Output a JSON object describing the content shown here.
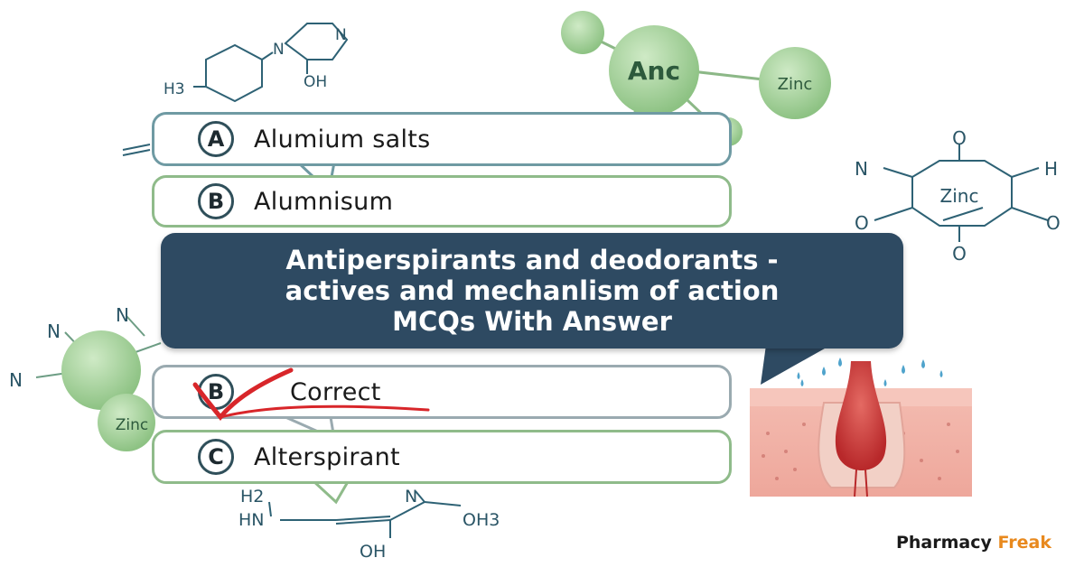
{
  "title": "Antiperspirants and deodorants -\nactives and mechanlism of action\nMCQs With Answer",
  "options": [
    {
      "letter": "A",
      "text": "Alumium salts"
    },
    {
      "letter": "B",
      "text": "Alumnisum"
    },
    {
      "letter": "B",
      "text": "Correct"
    },
    {
      "letter": "C",
      "text": "Alterspirant"
    }
  ],
  "molecule_labels": {
    "anc": "Anc",
    "zinc": "Zinc",
    "n": "N",
    "h": "H",
    "o": "O",
    "oh": "OH",
    "h3": "H3",
    "h2": "H2",
    "hn": "HN",
    "oh3": "OH3"
  },
  "brand": {
    "part1": "Pharmacy ",
    "part2": "Freak"
  },
  "colors": {
    "banner": "#2e4a62",
    "bubble_green": "#a6d39a",
    "check_red": "#d8262a",
    "brand_accent": "#e8891e"
  }
}
